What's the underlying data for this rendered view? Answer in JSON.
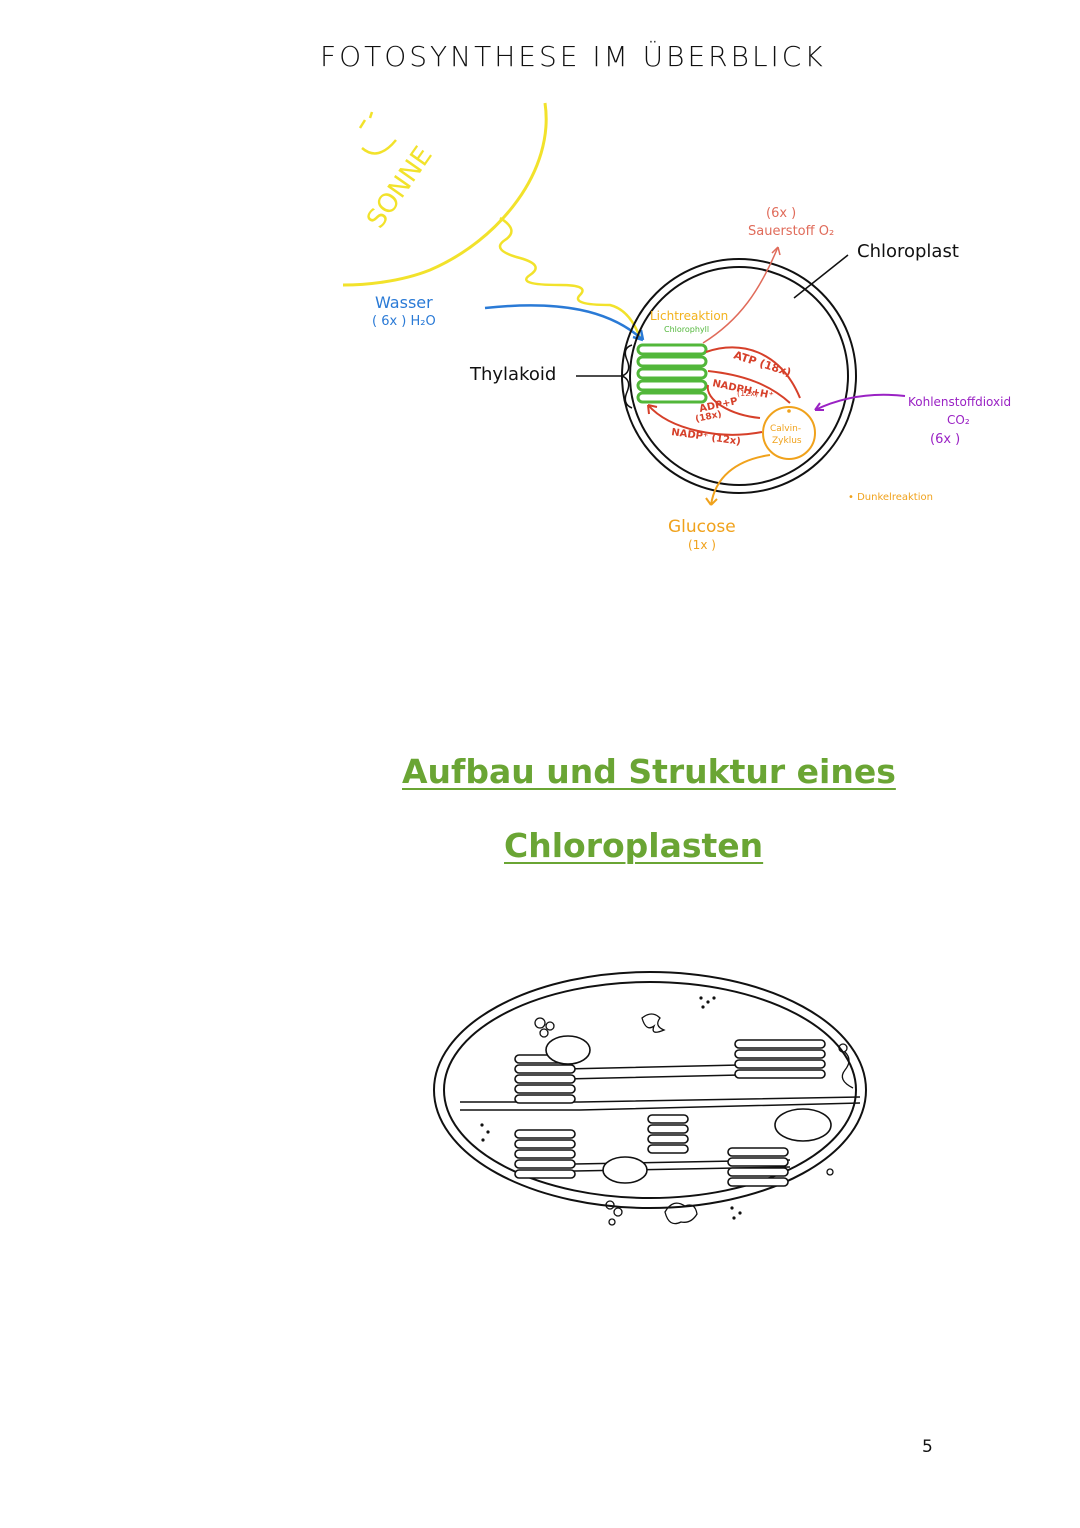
{
  "page": {
    "title": "FOTOSYNTHESE IM ÜBERBLICK",
    "number": "5"
  },
  "overview": {
    "sun_label": "SONNE",
    "water": {
      "label": "Wasser",
      "formula": "( 6x ) H₂O"
    },
    "thylakoid_label": "Thylakoid",
    "oxygen": {
      "count": "(6x )",
      "label": "Sauerstoff O₂"
    },
    "chloroplast_label": "Chloroplast",
    "light_reaction": {
      "label": "Lichtreaktion",
      "sublabel": "Chlorophyll"
    },
    "atp": "ATP (18x)",
    "nadph": {
      "label": "NADPH+H⁺",
      "count": "(12x)"
    },
    "adp": {
      "label": "ADP+P",
      "count": "(18x)"
    },
    "nadp": "NADP⁺ (12x)",
    "calvin": {
      "line1": "Calvin-",
      "line2": "Zyklus"
    },
    "co2": {
      "label": "Kohlenstoffdioxid",
      "formula": "CO₂",
      "count": "(6x )"
    },
    "dark_reaction": "• Dunkelreaktion",
    "glucose": {
      "label": "Glucose",
      "count": "(1x )"
    }
  },
  "sections": {
    "heading_line1": "Aufbau und Struktur eines",
    "heading_line2": "Chloroplasten"
  },
  "colors": {
    "sun": "#f2e22b",
    "water": "#2a7ad6",
    "light_reaction": "#f2b21d",
    "thylakoid": "#52b73a",
    "energy": "#d6402a",
    "oxygen": "#e06b5a",
    "co2": "#9a22c4",
    "calvin": "#f0a21c",
    "heading": "#6aa534"
  }
}
